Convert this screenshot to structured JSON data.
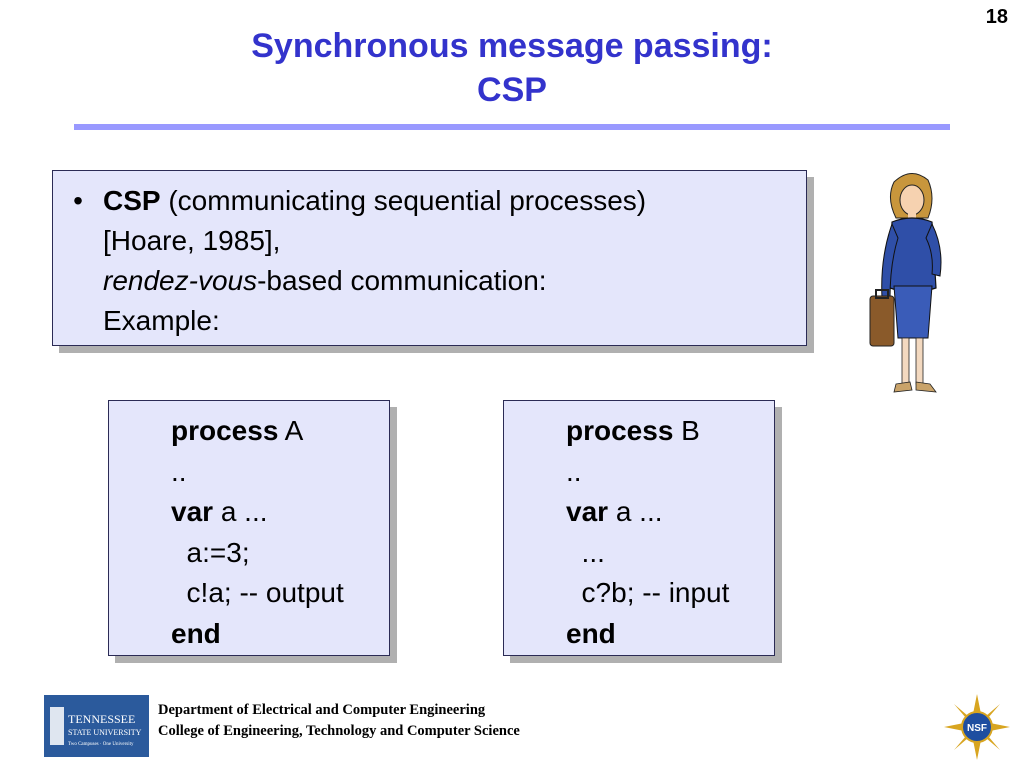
{
  "slide_number": "18",
  "title": {
    "line1": "Synchronous message passing:",
    "line2": "CSP"
  },
  "main": {
    "bullet": "•",
    "term": "CSP",
    "desc": " (communicating sequential processes)",
    "line2": "[Hoare, 1985],",
    "line3_italic": "rendez-vous",
    "line3_rest": "-based communication:",
    "line4": "Example:"
  },
  "process_a": {
    "line1_kw": "process",
    "line1_rest": " A",
    "line2": "..",
    "line3_kw": "var",
    "line3_rest": " a ...",
    "line4": "  a:=3;",
    "line5": "  c!a; -- output",
    "line6_kw": "end"
  },
  "process_b": {
    "line1_kw": "process",
    "line1_rest": " B",
    "line2": "..",
    "line3_kw": "var",
    "line3_rest": " a ...",
    "line4": "  ...",
    "line5": "  c?b; -- input",
    "line6_kw": "end"
  },
  "footer": {
    "dept": "Department of Electrical and Computer Engineering",
    "college": "College of Engineering, Technology and Computer Science",
    "logo_line1": "TENNESSEE",
    "logo_line2": "STATE UNIVERSITY",
    "logo_line3": "Two Campuses · One University",
    "nsf": "NSF"
  },
  "colors": {
    "title": "#3333cc",
    "rule": "#9999ff",
    "box_fill": "#e4e6fb",
    "shadow": "#b0b0b0"
  }
}
